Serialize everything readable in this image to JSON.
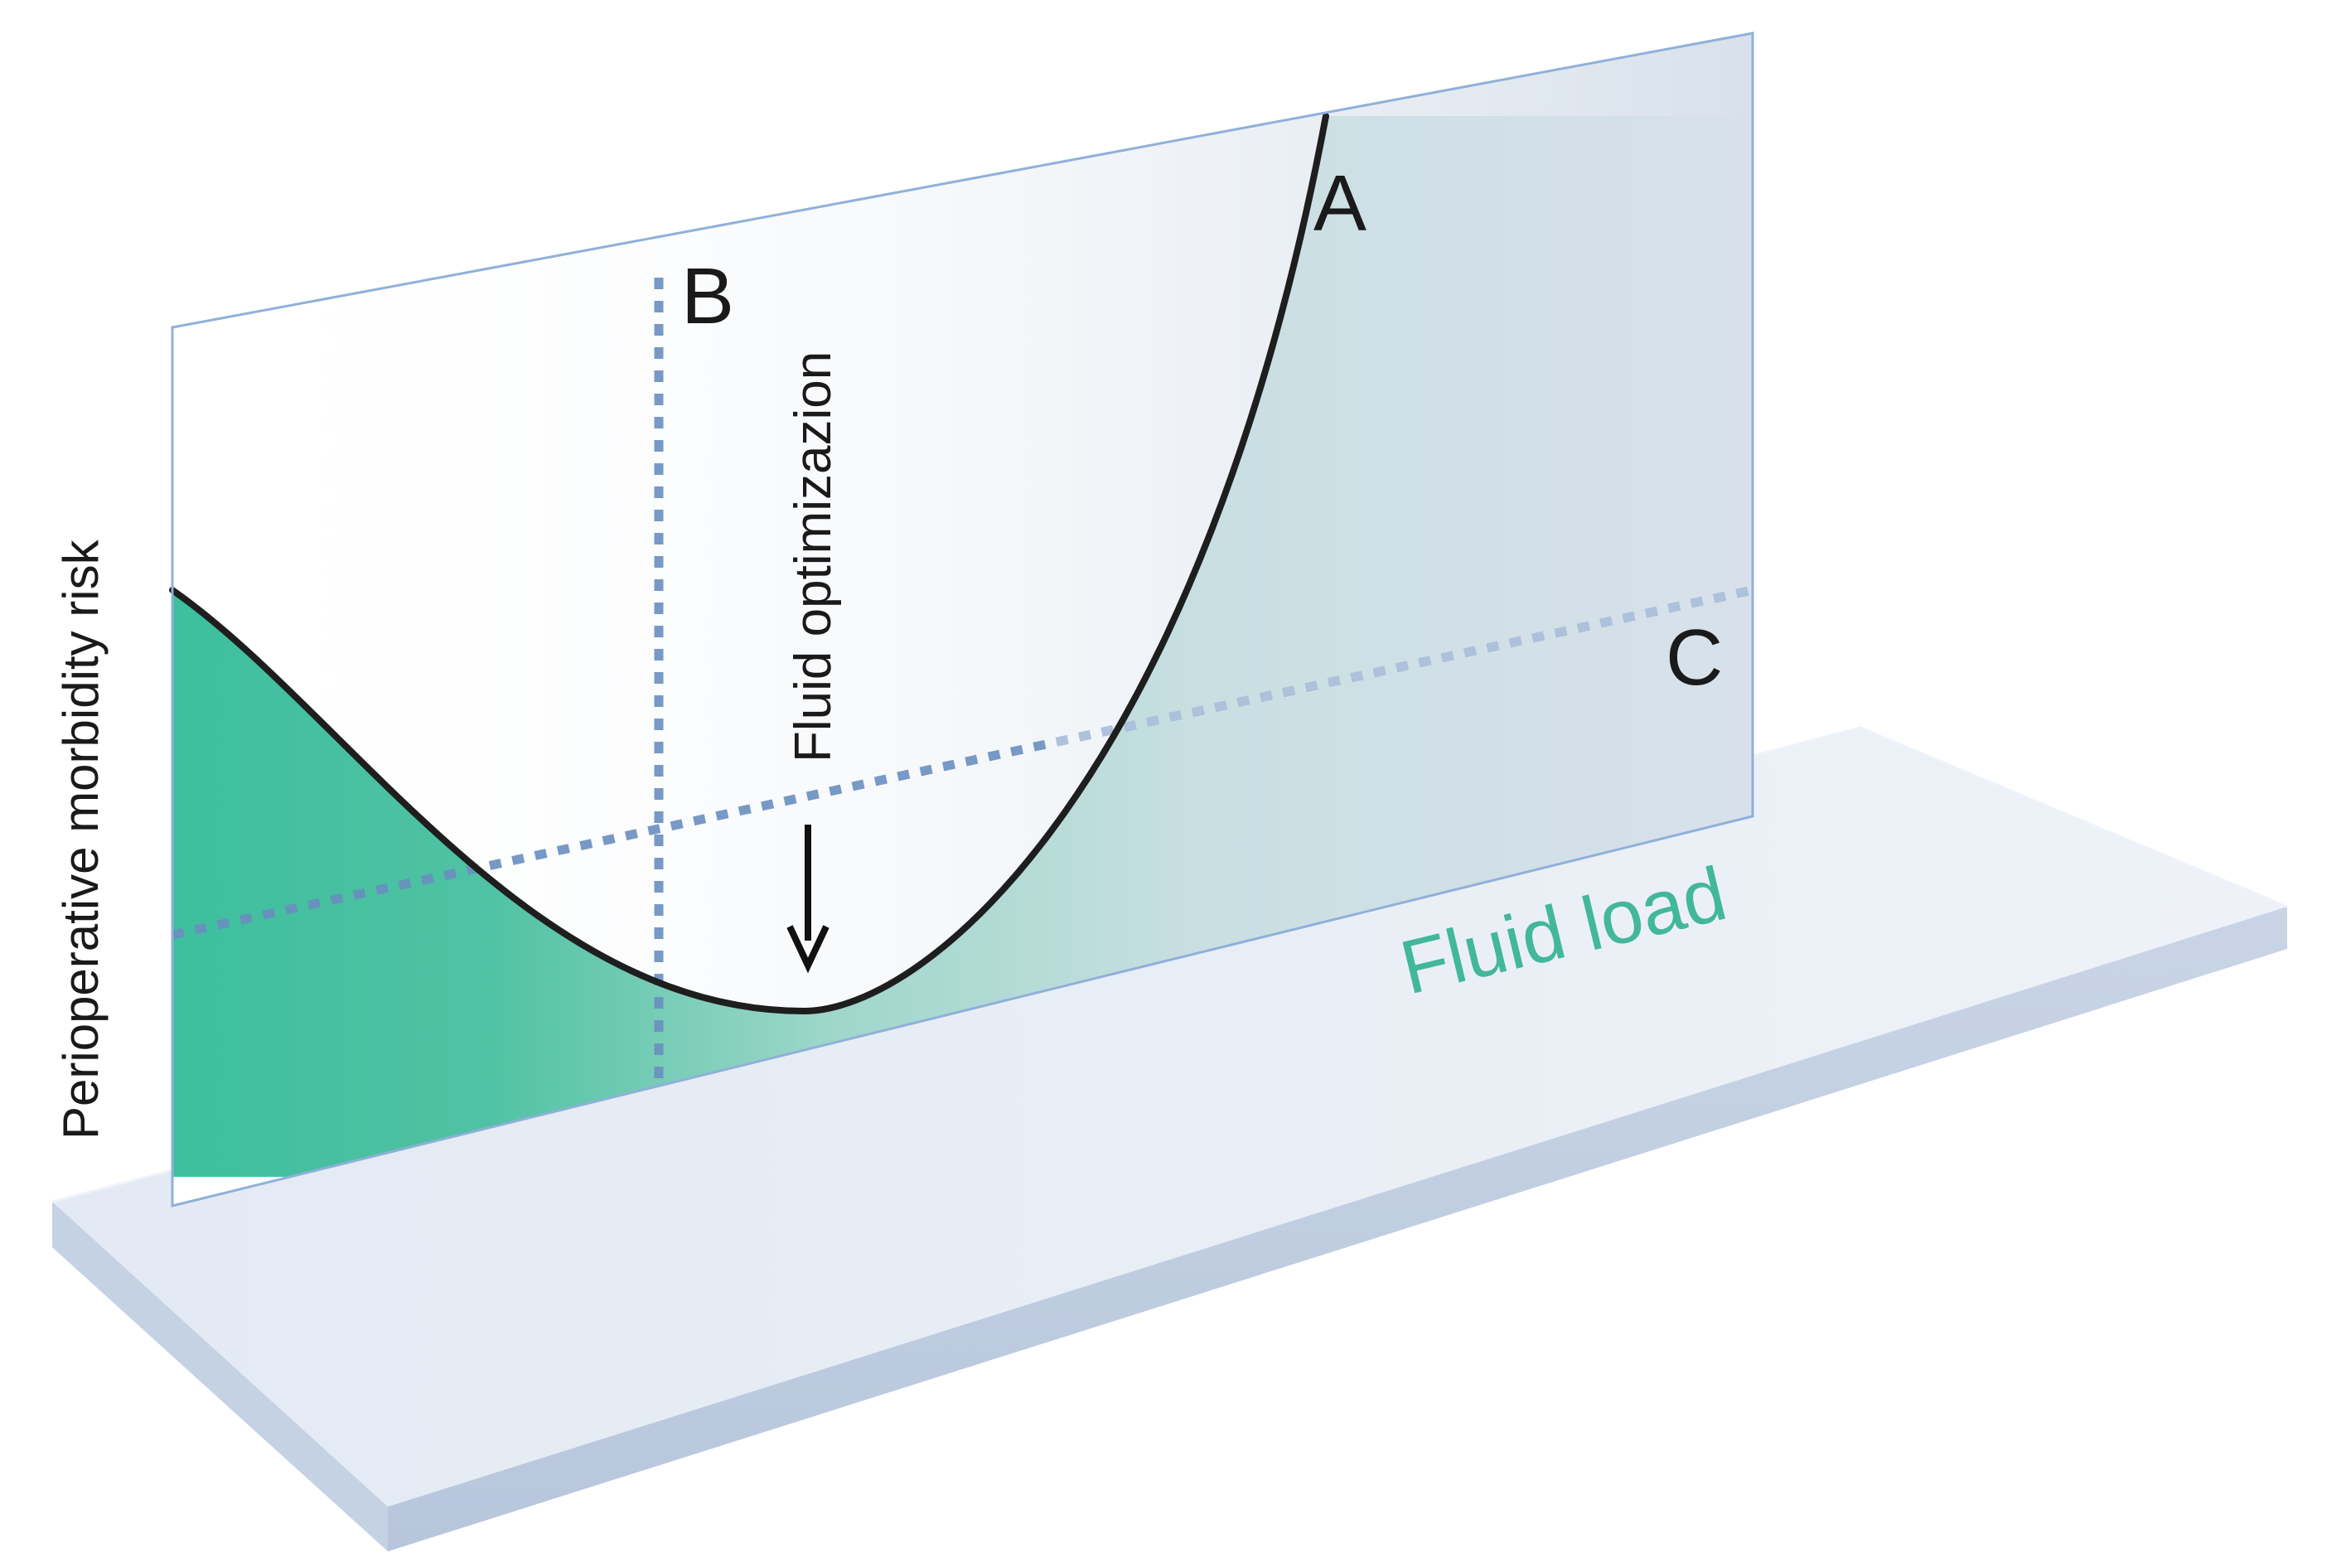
{
  "diagram": {
    "y_axis_label": "Perioperative morbidity risk",
    "x_axis_label": "Fluid load",
    "arrow_label": "Fluid optimizazion",
    "markers": {
      "a": "A",
      "b": "B",
      "c": "C"
    },
    "colors": {
      "accent_teal": "#3dbf9d",
      "x_label_teal": "#43b79a",
      "dotted_line": "#6a8fc0",
      "panel_border": "#8fb0da",
      "curve": "#1e1e1e",
      "base_slab": "#dfe7f1",
      "text": "#1a1a1a"
    }
  }
}
